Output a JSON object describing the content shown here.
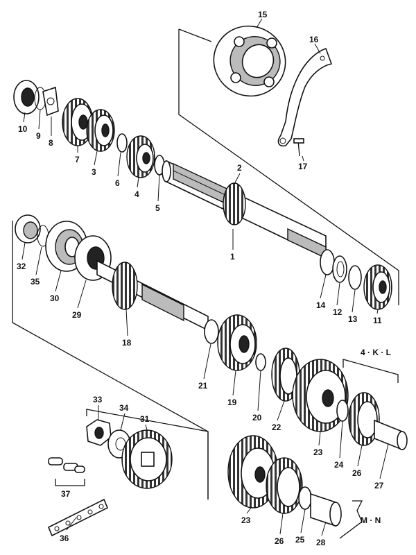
{
  "callouts": [
    {
      "id": "15",
      "text": "15"
    },
    {
      "id": "16",
      "text": "16"
    },
    {
      "id": "17",
      "text": "17"
    },
    {
      "id": "10",
      "text": "10"
    },
    {
      "id": "9",
      "text": "9"
    },
    {
      "id": "8",
      "text": "8"
    },
    {
      "id": "7",
      "text": "7"
    },
    {
      "id": "3",
      "text": "3"
    },
    {
      "id": "6",
      "text": "6"
    },
    {
      "id": "4",
      "text": "4"
    },
    {
      "id": "5",
      "text": "5"
    },
    {
      "id": "2",
      "text": "2"
    },
    {
      "id": "1",
      "text": "1"
    },
    {
      "id": "14",
      "text": "14"
    },
    {
      "id": "12",
      "text": "12"
    },
    {
      "id": "13",
      "text": "13"
    },
    {
      "id": "11",
      "text": "11"
    },
    {
      "id": "32",
      "text": "32"
    },
    {
      "id": "35",
      "text": "35"
    },
    {
      "id": "30",
      "text": "30"
    },
    {
      "id": "29",
      "text": "29"
    },
    {
      "id": "18",
      "text": "18"
    },
    {
      "id": "21",
      "text": "21"
    },
    {
      "id": "19",
      "text": "19"
    },
    {
      "id": "20",
      "text": "20"
    },
    {
      "id": "22",
      "text": "22"
    },
    {
      "id": "23a",
      "text": "23"
    },
    {
      "id": "24",
      "text": "24"
    },
    {
      "id": "26a",
      "text": "26"
    },
    {
      "id": "27",
      "text": "27"
    },
    {
      "id": "33",
      "text": "33"
    },
    {
      "id": "34",
      "text": "34"
    },
    {
      "id": "31",
      "text": "31"
    },
    {
      "id": "37",
      "text": "37"
    },
    {
      "id": "36",
      "text": "36"
    },
    {
      "id": "23b",
      "text": "23"
    },
    {
      "id": "26b",
      "text": "26"
    },
    {
      "id": "25",
      "text": "25"
    },
    {
      "id": "28",
      "text": "28"
    }
  ],
  "variants": {
    "top": "4 · K · L",
    "bottom": "M · N"
  }
}
